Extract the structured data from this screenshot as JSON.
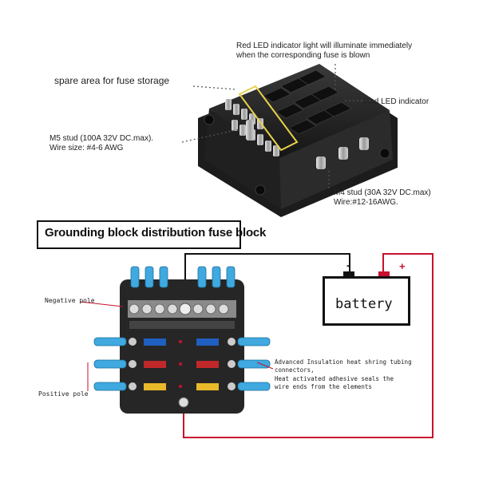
{
  "top_annotations": {
    "led_note_line1": "Red LED indicator light will illuminate immediately",
    "led_note_line2": "when the corresponding fuse is blown",
    "spare_area": "spare area for fuse storage",
    "red_led": "Red LED indicator",
    "m5_line1": "M5 stud (100A 32V DC.max).",
    "m5_line2": "Wire size: #4-6 AWG",
    "m4_line1": "M4 stud (30A 32V DC.max)",
    "m4_line2": "Wire:#12-16AWG."
  },
  "title": "Grounding block distribution fuse block",
  "battery": {
    "label": "battery",
    "negative_sign": "-",
    "positive_sign": "+"
  },
  "bottom_annotations": {
    "negative_pole": "Negative pole",
    "positive_pole": "Positive pole",
    "insulation_line1": "Advanced Insulation heat shring tubing",
    "insulation_line2": "connectors,",
    "insulation_line3": "Heat activated adhesive seals the",
    "insulation_line4": "wire ends from the elements"
  },
  "colors": {
    "wire_red": "#c8102e",
    "wire_black": "#111111",
    "connector_blue": "#3fa9e0",
    "block_dark": "#262626",
    "fuse_blue": "#1f5fbf",
    "fuse_red": "#c0282a",
    "fuse_yellow": "#e8b92a",
    "guide_yellow": "#e6d34a"
  },
  "fuse_rows": [
    {
      "color": "blue"
    },
    {
      "color": "red"
    },
    {
      "color": "yellow"
    }
  ]
}
